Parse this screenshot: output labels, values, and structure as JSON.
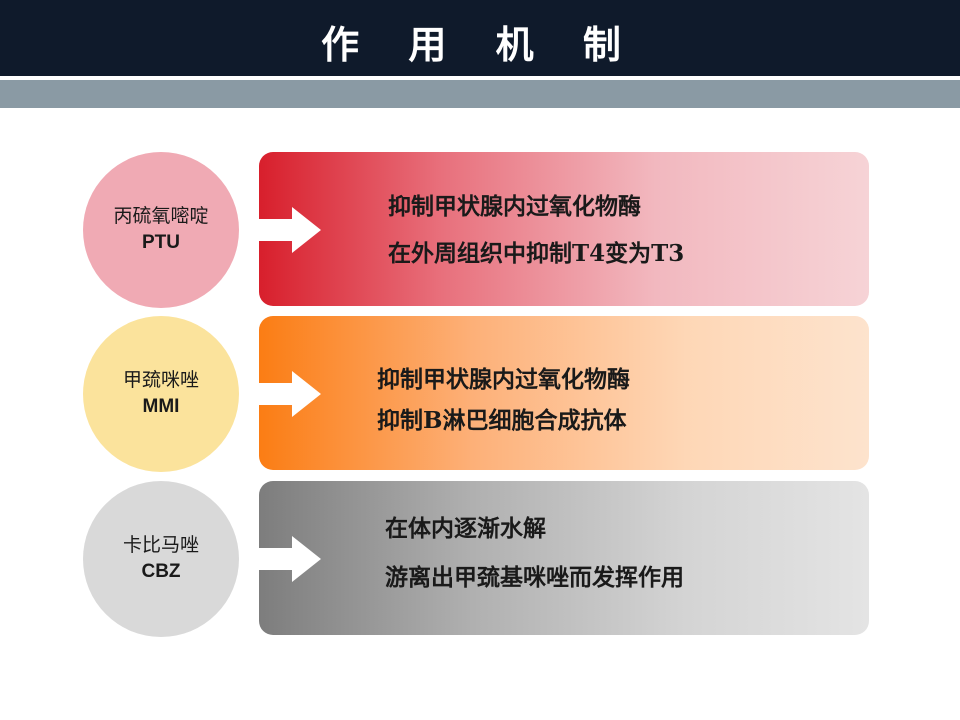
{
  "title": "作 用 机 制",
  "drugs": [
    {
      "name": "丙硫氧嘧啶",
      "abbr": "PTU",
      "lines": [
        "抑制甲状腺内过氧化物酶",
        "在外周组织中抑制T4变为T3"
      ]
    },
    {
      "name": "甲巯咪唑",
      "abbr": "MMI",
      "lines": [
        "抑制甲状腺内过氧化物酶",
        "抑制B淋巴细胞合成抗体"
      ]
    },
    {
      "name": "卡比马唑",
      "abbr": "CBZ",
      "lines": [
        "在体内逐渐水解",
        "游离出甲巯基咪唑而发挥作用"
      ]
    }
  ],
  "colors": {
    "header": "#0f1a2b",
    "subbar": "#8a9aa4",
    "ptu": "#d81f2c",
    "mmi": "#fb7d14",
    "cbz": "#7d7d7d"
  }
}
